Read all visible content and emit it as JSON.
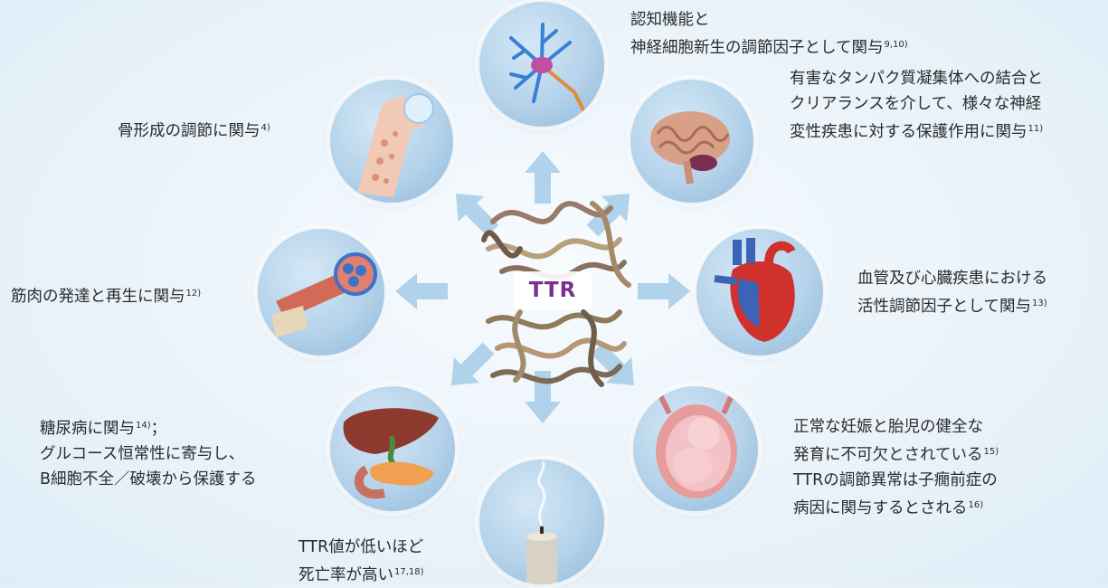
{
  "center": {
    "label": "TTR"
  },
  "items": {
    "neuron": {
      "line1": "認知機能と",
      "line2": "神経細胞新生の調節因子として関与",
      "ref": "9,10)"
    },
    "brain": {
      "line1": "有害なタンパク質凝集体への結合と",
      "line2": "クリアランスを介して、様々な神経",
      "line3": "変性疾患に対する保護作用に関与",
      "ref": "11)"
    },
    "heart": {
      "line1": "血管及び心臓疾患における",
      "line2": "活性調節因子として関与",
      "ref": "13)"
    },
    "fetus": {
      "line1": "正常な妊娠と胎児の健全な",
      "line2": "発育に不可欠とされている",
      "ref1": "15)",
      "line3": "TTRの調節異常は子癇前症の",
      "line4": "病因に関与するとされる",
      "ref2": "16)"
    },
    "candle": {
      "line1": "TTR値が低いほど",
      "line2": "死亡率が高い",
      "ref": "17,18)"
    },
    "liver": {
      "line1": "糖尿病に関与",
      "ref": "14)",
      "line1_tail": "；",
      "line2": "グルコース恒常性に寄与し、",
      "line3": "B細胞不全／破壊から保護する"
    },
    "muscle": {
      "line1": "筋肉の発達と再生に関与",
      "ref": "12)"
    },
    "bone": {
      "line1": "骨形成の調節に関与",
      "ref": "4)"
    }
  },
  "colors": {
    "ttr_text": "#7a2f8f",
    "arrow": "#a9cde8",
    "circle": "#b4d2ea"
  }
}
